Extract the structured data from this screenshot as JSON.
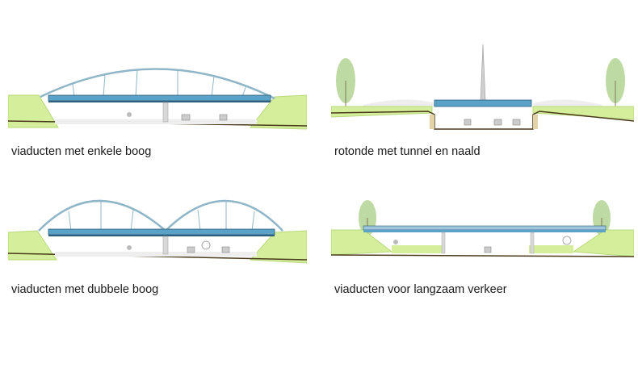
{
  "panels": [
    {
      "id": "single-arch",
      "caption": "viaducten met enkele boog"
    },
    {
      "id": "roundabout-tunnel-needle",
      "caption": "rotonde met tunnel en naald"
    },
    {
      "id": "double-arch",
      "caption": "viaducten met dubbele boog"
    },
    {
      "id": "slow-traffic",
      "caption": "viaducten voor langzaam verkeer"
    }
  ],
  "colors": {
    "grass": "#d4ee9c",
    "grass_edge": "#b9d97a",
    "ground_line": "#4a3a1a",
    "soil": "#e2d4a8",
    "deck_blue": "#5aa2c8",
    "deck_dark": "#2f5e7a",
    "arch": "#8fb6c8",
    "light_grey": "#e6e6e6",
    "tree": "#b8d69a"
  }
}
